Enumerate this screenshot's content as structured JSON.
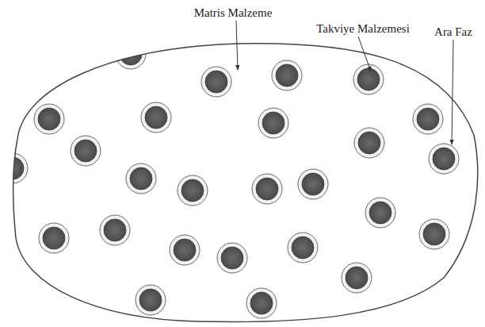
{
  "diagram": {
    "labels": [
      "Matris Malzeme",
      "Takviye Malzemesi",
      "Ara Faz"
    ]
  }
}
